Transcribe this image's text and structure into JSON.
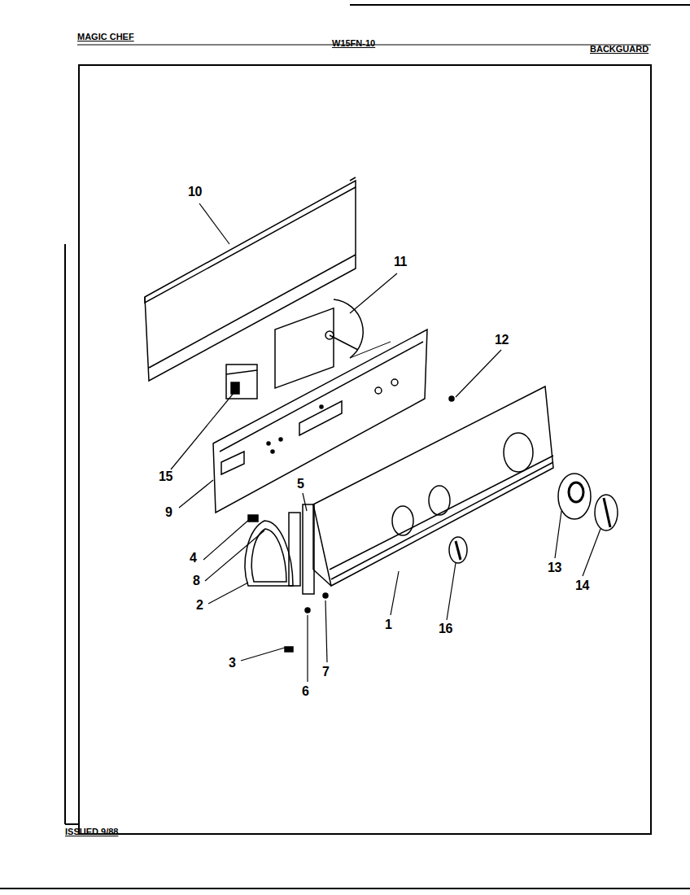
{
  "diagram": {
    "labels": [
      "MAGIC CHEF",
      "W15FN-10",
      "BACKGUARD",
      "10",
      "11",
      "12",
      "15",
      "9",
      "5",
      "13",
      "14",
      "4",
      "8",
      "2",
      "1",
      "16",
      "7",
      "3",
      "6",
      "ISSUED 9/88"
    ]
  }
}
